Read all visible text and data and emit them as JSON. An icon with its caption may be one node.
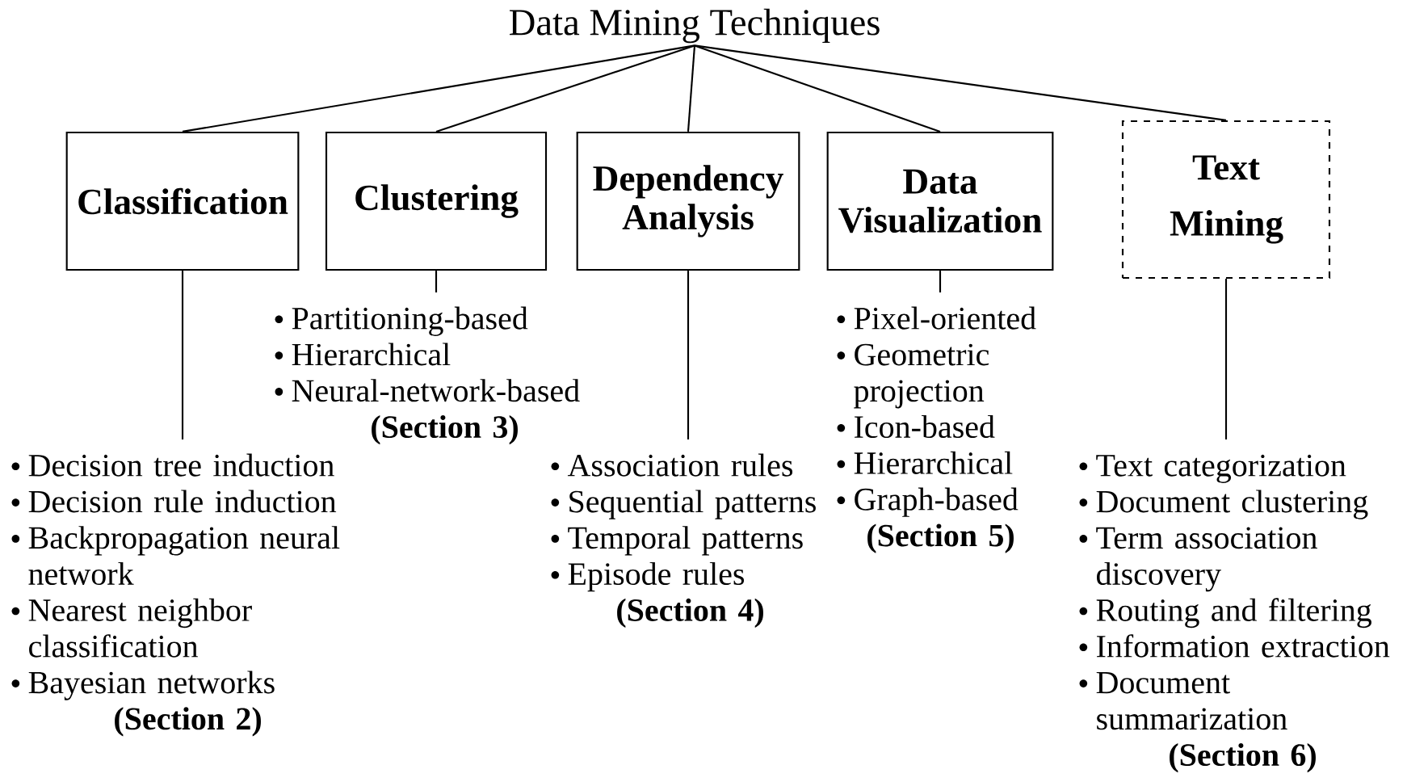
{
  "diagram": {
    "nodes": [
      {
        "text": [
          "Data Mining Techniques"
        ]
      },
      {
        "text": [
          "Classification"
        ]
      },
      {
        "text": [
          "Clustering"
        ]
      },
      {
        "text": [
          "Dependency Analysis"
        ]
      },
      {
        "text": [
          "Data Visualization"
        ]
      },
      {
        "text": [
          "Text Mining"
        ]
      },
      {
        "text": [
          "Decision tree induction",
          "Decision rule induction",
          "Backpropagation neural network",
          "Nearest neighbor classification",
          "Bayesian networks",
          "(Section 2)"
        ]
      },
      {
        "text": [
          "Partitioning-based",
          "Hierarchical",
          "Neural-network-based",
          "(Section 3)"
        ]
      },
      {
        "text": [
          "Association rules",
          "Sequential patterns",
          "Temporal patterns",
          "Episode rules",
          "(Section 4)"
        ]
      },
      {
        "text": [
          "Pixel-oriented",
          "Geometric projection",
          "Icon-based",
          "Hierarchical",
          "Graph-based",
          "(Section 5)"
        ]
      },
      {
        "text": [
          "Text categorization",
          "Document clustering",
          "Term association discovery",
          "Routing and filtering",
          "Information extraction",
          "Document summarization",
          "(Section 6)"
        ]
      }
    ],
    "edges": [
      {
        "from": 0,
        "to": 1,
        "arrow": "none"
      },
      {
        "from": 0,
        "to": 2,
        "arrow": "none"
      },
      {
        "from": 0,
        "to": 3,
        "arrow": "none"
      },
      {
        "from": 0,
        "to": 4,
        "arrow": "none"
      },
      {
        "from": 0,
        "to": 5,
        "arrow": "none"
      },
      {
        "from": 1,
        "to": 6,
        "arrow": "none"
      },
      {
        "from": 2,
        "to": 7,
        "arrow": "none"
      },
      {
        "from": 3,
        "to": 8,
        "arrow": "none"
      },
      {
        "from": 4,
        "to": 9,
        "arrow": "none"
      },
      {
        "from": 5,
        "to": 10,
        "arrow": "none"
      }
    ]
  }
}
